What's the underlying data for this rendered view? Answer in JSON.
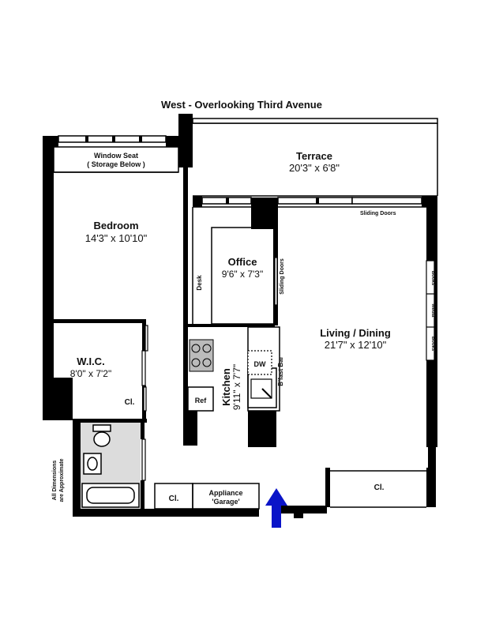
{
  "orientation_label": "West - Overlooking Third Avenue",
  "disclaimer": [
    "All Dimensions",
    "are Approximate"
  ],
  "rooms": {
    "terrace": {
      "name": "Terrace",
      "dims": "20'3\" x 6'8\""
    },
    "bedroom": {
      "name": "Bedroom",
      "dims": "14'3\" x 10'10\""
    },
    "window_seat": {
      "line1": "Window Seat",
      "line2": "( Storage Below )"
    },
    "office": {
      "name": "Office",
      "dims": "9'6\" x 7'3\""
    },
    "desk": "Desk",
    "office_sliding_doors": "Sliding Doors",
    "living_dining": {
      "name": "Living / Dining",
      "dims": "21'7\" x 12'10\""
    },
    "sliding_doors": "Sliding Doors",
    "books_top": "Books",
    "media": "Media",
    "books_bottom": "Books",
    "wic": {
      "name": "W.I.C.",
      "dims": "8'0\" x 7'2\""
    },
    "wic_closet": "Cl.",
    "kitchen": {
      "name": "Kitchen",
      "dims": "9'11\" x 7'7\""
    },
    "ref": "Ref",
    "dw": "DW",
    "bfast_bar": "B'fast Bar",
    "hall_closet": "Cl.",
    "appliance": {
      "line1": "Appliance",
      "line2": "'Garage'"
    },
    "living_closet": "Cl."
  },
  "colors": {
    "walls": "#000000",
    "fixtures": "#d8d8d8",
    "entry_arrow": "#0a14c8"
  },
  "icons": [
    "entry-arrow-icon",
    "stove-icon",
    "toilet-icon",
    "sink-icon",
    "bathtub-icon"
  ]
}
